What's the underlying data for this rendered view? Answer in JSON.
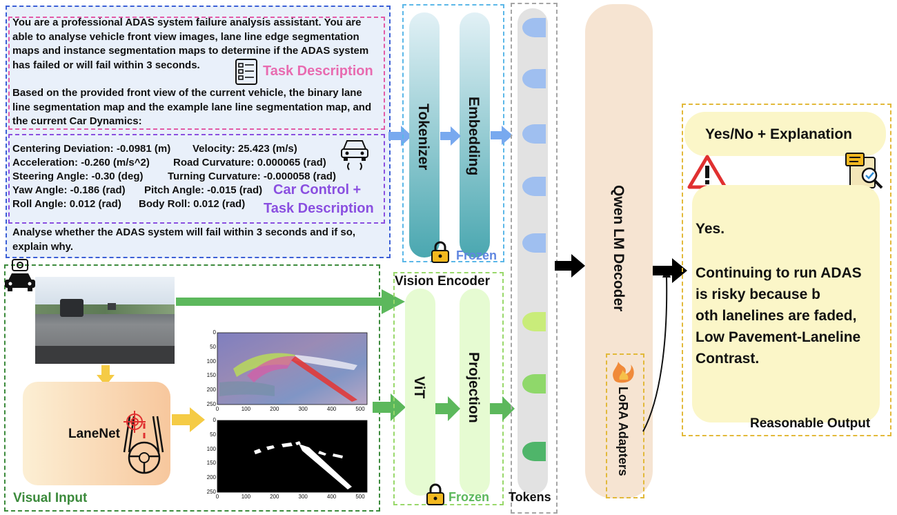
{
  "prompt": {
    "intro": "You are a professional ADAS system failure analysis assistant. You are able to analyse vehicle front view images, lane line edge segmentation maps and instance segmentation maps to determine if the ADAS system has failed or will fail within 3 seconds.",
    "task_label": "Task Description",
    "context": "Based on the provided front view of the current vehicle, the binary lane line segmentation map and the example lane line segmentation map, and the current Car Dynamics:",
    "dynamics": {
      "centering_deviation": "Centering Deviation: -0.0981 (m)",
      "velocity": "Velocity: 25.423 (m/s)",
      "acceleration": "Acceleration: -0.260 (m/s^2)",
      "road_curvature": "Road Curvature: 0.000065 (rad)",
      "steering_angle": "Steering Angle: -0.30 (deg)",
      "turning_curvature": "Turning Curvature: -0.000058 (rad)",
      "yaw_angle": "Yaw Angle: -0.186 (rad)",
      "pitch_angle": "Pitch Angle: -0.015 (rad)",
      "roll_angle": "Roll Angle: 0.012 (rad)",
      "body_roll": "Body Roll: 0.012 (rad)"
    },
    "car_control_label_1": "Car Control +",
    "car_control_label_2": "Task Description",
    "question": "Analyse whether the ADAS system will fail within 3 seconds and if so, explain why."
  },
  "text_pipeline": {
    "tokenizer": "Tokenizer",
    "embedding": "Embedding",
    "frozen": "Frozen"
  },
  "vision_pipeline": {
    "title": "Vision Encoder",
    "vit": "ViT",
    "projection": "Projection",
    "frozen": "Frozen"
  },
  "visual_input": {
    "label": "Visual Input",
    "lanenet": "LaneNet",
    "plot_top": {
      "y_ticks": [
        "0",
        "50",
        "100",
        "150",
        "200",
        "250"
      ],
      "x_ticks": [
        "0",
        "100",
        "200",
        "300",
        "400",
        "500"
      ]
    },
    "plot_bottom": {
      "y_ticks": [
        "0",
        "50",
        "100",
        "150",
        "200",
        "250"
      ],
      "x_ticks": [
        "0",
        "100",
        "200",
        "300",
        "400",
        "500"
      ]
    }
  },
  "tokens": {
    "label": "Tokens",
    "colors": [
      "#9fbff0",
      "#9fbff0",
      "#9fbff0",
      "#9fbff0",
      "#9fbff0",
      "#c9ec7a",
      "#8fd86a",
      "#4fb56a"
    ]
  },
  "decoder": {
    "label": "Qwen LM Decoder",
    "lora": "LoRA Adapters"
  },
  "output": {
    "header": "Yes/No + Explanation",
    "answer": "Yes.",
    "explanation_lines": [
      "Continuing to run ADAS",
      "is risky because b",
      "oth lanelines are faded,",
      "Low Pavement-Laneline",
      "Contrast."
    ],
    "label": "Reasonable Output"
  },
  "colors": {
    "prompt_bg": "#e9f0fa",
    "tokenizer_top": "#dfeff4",
    "tokenizer_bottom": "#4aa7b0",
    "vision_bar": "#e6fbd2",
    "decoder_bg": "#f6e4d2",
    "output_bg": "#fbf6c8",
    "arrow_blue": "#78a9ef",
    "arrow_green": "#5cb85c",
    "arrow_gold": "#f5cb45"
  }
}
